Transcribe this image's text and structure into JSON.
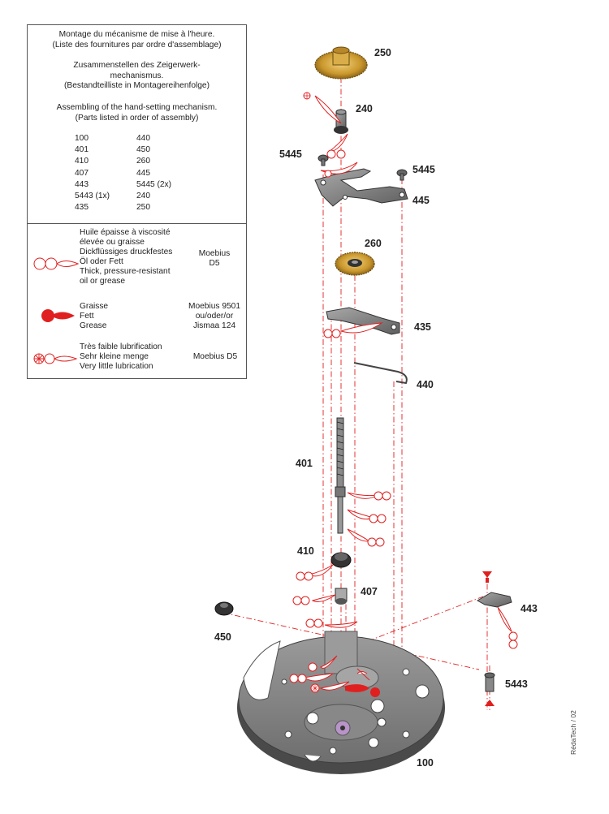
{
  "legend": {
    "titles": [
      {
        "title": "Montage du mécanisme de mise à l'heure.",
        "subtitle": "(Liste des fournitures par ordre d'assemblage)"
      },
      {
        "title": "Zusammenstellen des Zeigerwerk-\nmechanismus.",
        "subtitle": "(Bestandteilliste in Montagereihenfolge)"
      },
      {
        "title": "Assembling of the hand-setting mechanism.",
        "subtitle": "(Parts listed in order of assembly)"
      }
    ],
    "parts_col1": [
      "100",
      "401",
      "410",
      "407",
      "443",
      "5443 (1x)",
      "435"
    ],
    "parts_col2": [
      "440",
      "450",
      "260",
      "445",
      "5445 (2x)",
      "240",
      "250"
    ],
    "lubricants": [
      {
        "symbol": "oil-drop-outline",
        "text": [
          "Huile épaisse à viscosité",
          "élevée ou graisse",
          "Dickflüssiges druckfestes",
          "Öl oder Fett",
          "Thick, pressure-resistant",
          "oil or grease"
        ],
        "product": [
          "Moebius",
          "D5"
        ]
      },
      {
        "symbol": "grease-drop-filled",
        "text": [
          "Graisse",
          "Fett",
          "Grease"
        ],
        "product": [
          "Moebius 9501",
          "ou/oder/or",
          "Jismaa 124"
        ]
      },
      {
        "symbol": "oil-drop-small-asterisk",
        "text": [
          "Très faible lubrification",
          "Sehr kleine menge",
          "Very little lubrication"
        ],
        "product": [
          "Moebius D5"
        ]
      }
    ]
  },
  "diagram": {
    "part_labels": {
      "p250": "250",
      "p240": "240",
      "p5445_left": "5445",
      "p5445_right": "5445",
      "p445": "445",
      "p260": "260",
      "p435": "435",
      "p440": "440",
      "p401": "401",
      "p410": "410",
      "p407": "407",
      "p443": "443",
      "p450": "450",
      "p5443": "5443",
      "p100": "100"
    },
    "colors": {
      "brass": "#d4a63a",
      "steel": "#7d7d7d",
      "steel_dark": "#4a4a4a",
      "lube_red": "#e02020",
      "dash_red": "#e02020"
    }
  },
  "credit": "RédaTech / 02"
}
